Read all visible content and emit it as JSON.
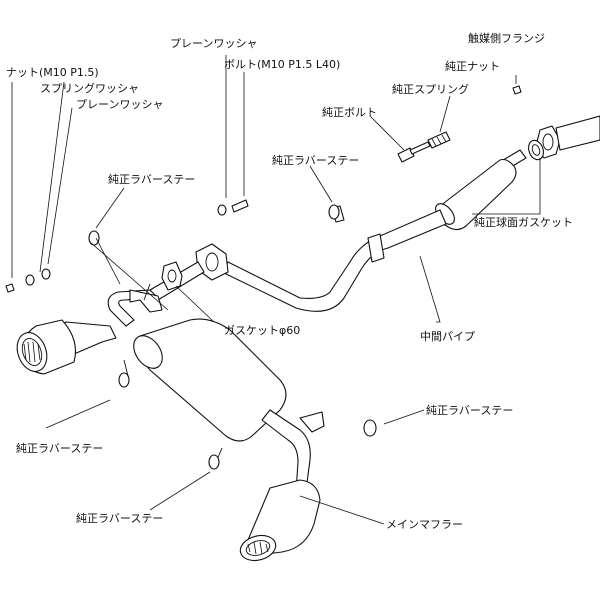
{
  "labels": {
    "catalyst_flange": "触媒側フランジ",
    "genuine_nut": "純正ナット",
    "genuine_spring": "純正スプリング",
    "genuine_bolt": "純正ボルト",
    "plain_washer_top": "プレーンワッシャ",
    "bolt_spec": "ボルト(M10 P1.5 L40)",
    "nut_spec": "ナット(M10 P1.5)",
    "spring_washer": "スプリングワッシャ",
    "plain_washer_left": "プレーンワッシャ",
    "rubber_stay_top": "純正ラバーステー",
    "rubber_stay_mid": "純正ラバーステー",
    "rubber_stay_left": "純正ラバーステー",
    "rubber_stay_right": "純正ラバーステー",
    "rubber_stay_bottom": "純正ラバーステー",
    "spherical_gasket": "純正球面ガスケット",
    "gasket_60": "ガスケットφ60",
    "center_pipe": "中間パイプ",
    "main_muffler": "メインマフラー"
  }
}
